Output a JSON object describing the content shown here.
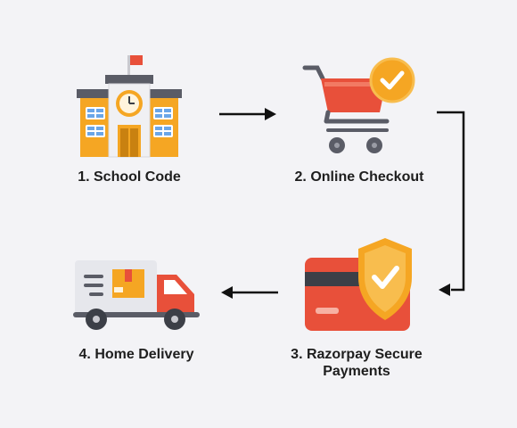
{
  "steps": [
    {
      "number": "1.",
      "label": "School Code",
      "icon": "school-building-icon"
    },
    {
      "number": "2.",
      "label": "Online Checkout",
      "icon": "shopping-cart-check-icon"
    },
    {
      "number": "3.",
      "label": "Razorpay Secure Payments",
      "icon": "secure-card-shield-icon"
    },
    {
      "number": "4.",
      "label": "Home Delivery",
      "icon": "delivery-truck-icon"
    }
  ],
  "colors": {
    "background": "#f3f3f6",
    "accent_orange": "#f5a623",
    "accent_red": "#e8503a",
    "dark": "#3c3f47",
    "arrow": "#111111"
  }
}
